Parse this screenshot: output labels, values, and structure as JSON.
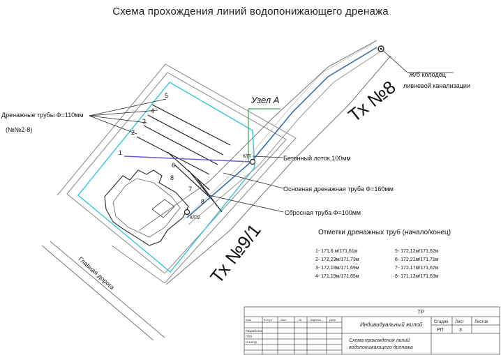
{
  "title": "Схема прохождения линий водопонижающего дренажа",
  "node_label": "Узел А",
  "street_tx8": "Тх №8",
  "street_tx91": "Тх №9/1",
  "road_label": "Главная дорога",
  "manhole_label": {
    "line1": "Ж/б колодец",
    "line2": "ливневой канализации"
  },
  "callouts": {
    "drain_pipes": "Дренажные трубы Ф=110мм",
    "drain_pipes_nums": "(№№2-8)",
    "concrete_tray": "Бетонный лоток,100мм",
    "main_drain": "Основная дренажная труба Ф=160мм",
    "discharge_pipe": "Сбросная труба Ф=100мм"
  },
  "well_labels": {
    "kp": "К/П",
    "kp2": "К/П2"
  },
  "pipe_numbers": [
    "1",
    "2",
    "3",
    "4",
    "5",
    "6",
    "7",
    "8",
    "8"
  ],
  "elevations": {
    "header": "Отметки дренажных труб (начало/конец)",
    "left": [
      "1- 171,6 м/171,61м",
      "2- 172,23м/171,73м",
      "3- 172,19м/171,69м",
      "4- 171,19м/171,65м"
    ],
    "right": [
      "5- 172,12м/171,62м",
      "6- 172,21м/171,71м",
      "7- 172,17м/171,67м",
      "8- 171,13м/171,63м"
    ]
  },
  "title_block": {
    "code": "ТР",
    "project": "Индивидуальный жилой",
    "headers": {
      "stage": "Стадия",
      "sheet": "Лист",
      "sheets": "Листов"
    },
    "values": {
      "stage": "РП",
      "sheet": "3"
    },
    "cols": [
      "Изм.",
      "Кол.уч",
      "Лист",
      "№",
      "Подпись",
      "Дата"
    ],
    "rows": [
      "Разработка",
      "ГИП",
      "Н.контр."
    ],
    "sheet_title_line1": "Схема прохождения линий",
    "sheet_title_line2": "водопонижающего дренажа"
  }
}
